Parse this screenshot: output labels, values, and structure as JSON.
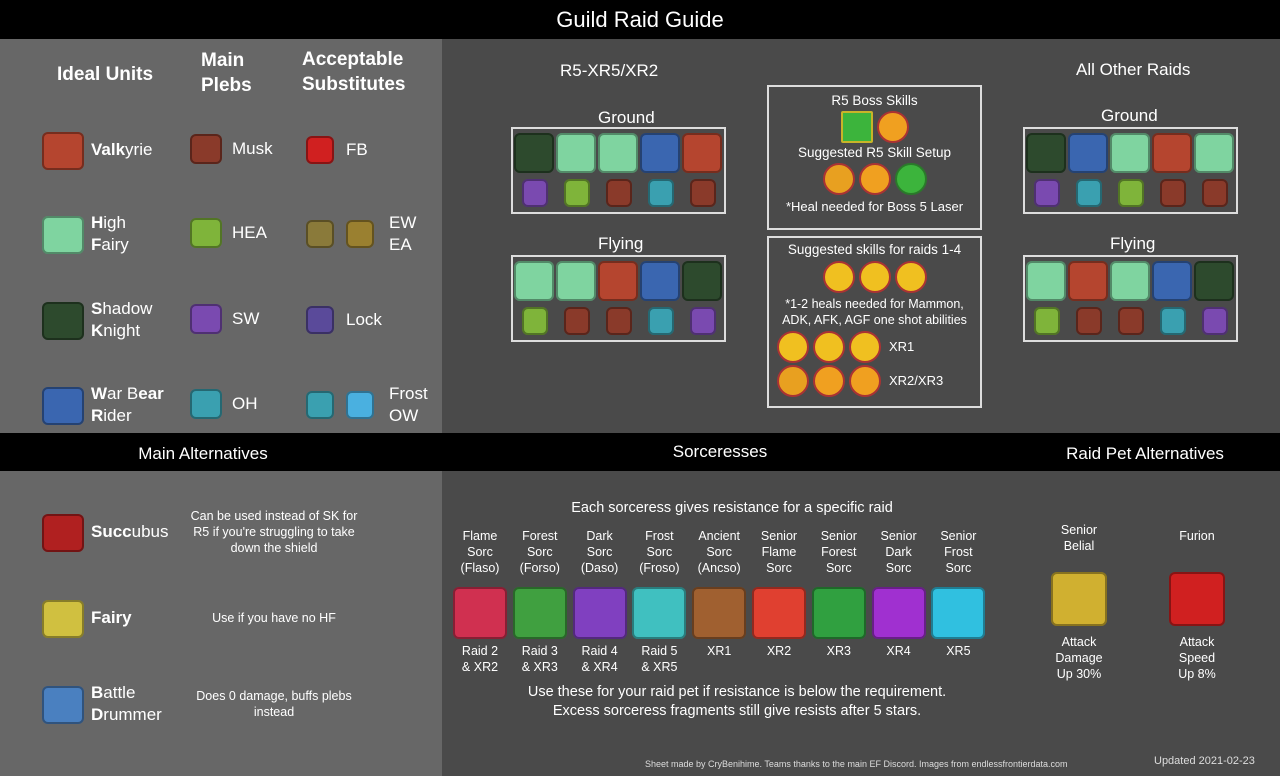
{
  "title": "Guild Raid Guide",
  "colors": {
    "valkyrie": "#b5452f",
    "high_fairy": "#7fd4a0",
    "shadow_knight": "#2d4a2d",
    "war_bear": "#3a66b0",
    "musk": "#8a3a2a",
    "hea": "#7fb43a",
    "sw": "#7a4ab0",
    "oh": "#3aa0b0",
    "fb": "#d02020",
    "ew": "#8a7a3a",
    "ea": "#9a8030",
    "lock": "#5a4a9a",
    "frost_ow": "#4ab0e0"
  },
  "left_top": {
    "headers": {
      "ideal": "Ideal Units",
      "main": "Main Plebs",
      "acceptable": "Acceptable Substitutes"
    },
    "rows": [
      {
        "ideal_bold": "Valk",
        "ideal_rest": "yrie",
        "ideal_line2_bold": "",
        "ideal_line2_rest": "",
        "ideal_icon": "valkyrie",
        "main": "Musk",
        "main_icon": "musk",
        "subs": "FB",
        "subs_icons": [
          "fb"
        ]
      },
      {
        "ideal_bold": "H",
        "ideal_rest": "igh",
        "ideal_line2_bold": "F",
        "ideal_line2_rest": "airy",
        "ideal_icon": "high_fairy",
        "main": "HEA",
        "main_icon": "hea",
        "subs": "EW\nEA",
        "subs_icons": [
          "ew",
          "ea"
        ]
      },
      {
        "ideal_bold": "S",
        "ideal_rest": "hadow",
        "ideal_line2_bold": "K",
        "ideal_line2_rest": "night",
        "ideal_icon": "shadow_knight",
        "main": "SW",
        "main_icon": "sw",
        "subs": "Lock",
        "subs_icons": [
          "lock"
        ]
      },
      {
        "ideal_bold": "W",
        "ideal_rest": "ar B",
        "ideal_rest2": "ear",
        "ideal_line2_bold": "R",
        "ideal_line2_rest": "ider",
        "ideal_icon": "war_bear",
        "main": "OH",
        "main_icon": "oh",
        "subs": "Frost\nOW",
        "subs_icons": [
          "oh",
          "frost_ow"
        ]
      }
    ]
  },
  "r5": {
    "title": "R5-XR5/XR2",
    "ground": "Ground",
    "flying": "Flying",
    "ground_big": [
      "shadow_knight",
      "high_fairy",
      "high_fairy",
      "war_bear",
      "valkyrie"
    ],
    "ground_small": [
      "sw",
      "hea",
      "musk",
      "oh",
      "musk"
    ],
    "flying_big": [
      "high_fairy",
      "high_fairy",
      "valkyrie",
      "war_bear",
      "shadow_knight"
    ],
    "flying_small": [
      "hea",
      "musk",
      "musk",
      "oh",
      "sw"
    ]
  },
  "other": {
    "title": "All Other Raids",
    "ground": "Ground",
    "flying": "Flying",
    "ground_big": [
      "shadow_knight",
      "war_bear",
      "high_fairy",
      "valkyrie",
      "high_fairy"
    ],
    "ground_small": [
      "sw",
      "oh",
      "hea",
      "musk",
      "musk"
    ],
    "flying_big": [
      "high_fairy",
      "valkyrie",
      "high_fairy",
      "war_bear",
      "shadow_knight"
    ],
    "flying_small": [
      "hea",
      "musk",
      "musk",
      "oh",
      "sw"
    ]
  },
  "skills_box1": {
    "title": "R5 Boss Skills",
    "setup": "Suggested R5 Skill Setup",
    "note": "*Heal needed for Boss 5 Laser"
  },
  "skills_box2": {
    "title": "Suggested skills for raids 1-4",
    "note1": "*1-2 heals needed for Mammon,",
    "note2": "ADK, AFK, AGF one shot abilities",
    "xr1": "XR1",
    "xr23": "XR2/XR3"
  },
  "band": {
    "main_alt": "Main Alternatives",
    "sorc": "Sorceresses",
    "pet": "Raid Pet Alternatives"
  },
  "alternatives": [
    {
      "bold": "Succ",
      "rest": "ubus",
      "bold2": "",
      "rest2": "",
      "desc": "Can be used instead of SK for R5 if you're struggling to take down the shield",
      "color": "#b02020"
    },
    {
      "bold": "Fairy",
      "rest": "",
      "bold2": "",
      "rest2": "",
      "desc": "Use if you have no HF",
      "color": "#d0c040"
    },
    {
      "bold": "B",
      "rest": "attle",
      "bold2": "D",
      "rest2": "rummer",
      "desc": "Does 0 damage, buffs plebs instead",
      "color": "#4a80c0"
    }
  ],
  "sorc_intro": "Each sorceress gives resistance for a specific raid",
  "sorceresses": [
    {
      "name": "Flame\nSorc\n(Flaso)",
      "raid": "Raid 2\n& XR2",
      "color": "#d03050"
    },
    {
      "name": "Forest\nSorc\n(Forso)",
      "raid": "Raid 3\n& XR3",
      "color": "#40a040"
    },
    {
      "name": "Dark\nSorc\n(Daso)",
      "raid": "Raid 4\n& XR4",
      "color": "#8040c0"
    },
    {
      "name": "Frost\nSorc\n(Froso)",
      "raid": "Raid 5\n& XR5",
      "color": "#40c0c0"
    },
    {
      "name": "Ancient\nSorc\n(Ancso)",
      "raid": "XR1",
      "color": "#a06030"
    },
    {
      "name": "Senior\nFlame\nSorc",
      "raid": "XR2",
      "color": "#e04030"
    },
    {
      "name": "Senior\nForest\nSorc",
      "raid": "XR3",
      "color": "#30a040"
    },
    {
      "name": "Senior\nDark\nSorc",
      "raid": "XR4",
      "color": "#a030d0"
    },
    {
      "name": "Senior\nFrost\nSorc",
      "raid": "XR5",
      "color": "#30c0e0"
    }
  ],
  "sorc_note1": "Use these for your raid pet if resistance is below the requirement.",
  "sorc_note2": "Excess sorceress fragments still give resists after 5 stars.",
  "pets": [
    {
      "name": "Senior\nBelial",
      "effect": "Attack\nDamage\nUp 30%",
      "color": "#d0b030"
    },
    {
      "name": "Furion",
      "effect": "Attack\nSpeed\nUp 8%",
      "color": "#d02020"
    }
  ],
  "credits": "Sheet made by CryBenihime. Teams thanks to the main EF Discord. Images from endlessfrontierdata.com",
  "updated": "Updated 2021-02-23"
}
